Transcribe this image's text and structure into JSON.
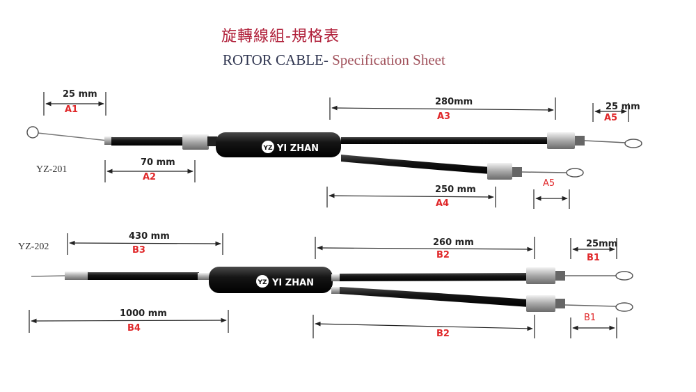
{
  "title": {
    "chinese": "旋轉線組-規格表",
    "english_main": "ROTOR CABLE-",
    "english_sub": "Specification Sheet"
  },
  "brand": {
    "logo_text": "YZ",
    "name": "YI ZHAN"
  },
  "colors": {
    "dim_code": "#e0282a",
    "cable": "#111111",
    "fitting": "#c9c9c9"
  },
  "models": [
    {
      "name": "YZ-201",
      "dimensions": [
        {
          "code": "A1",
          "value": "25 mm"
        },
        {
          "code": "A2",
          "value": "70 mm"
        },
        {
          "code": "A3",
          "value": "280mm"
        },
        {
          "code": "A4",
          "value": "250 mm"
        },
        {
          "code": "A5",
          "value": "25 mm"
        },
        {
          "code": "A5",
          "value": ""
        }
      ]
    },
    {
      "name": "YZ-202",
      "dimensions": [
        {
          "code": "B3",
          "value": "430 mm"
        },
        {
          "code": "B4",
          "value": "1000 mm"
        },
        {
          "code": "B2",
          "value": "260 mm"
        },
        {
          "code": "B2",
          "value": ""
        },
        {
          "code": "B1",
          "value": "25mm"
        },
        {
          "code": "B1",
          "value": ""
        }
      ]
    }
  ]
}
